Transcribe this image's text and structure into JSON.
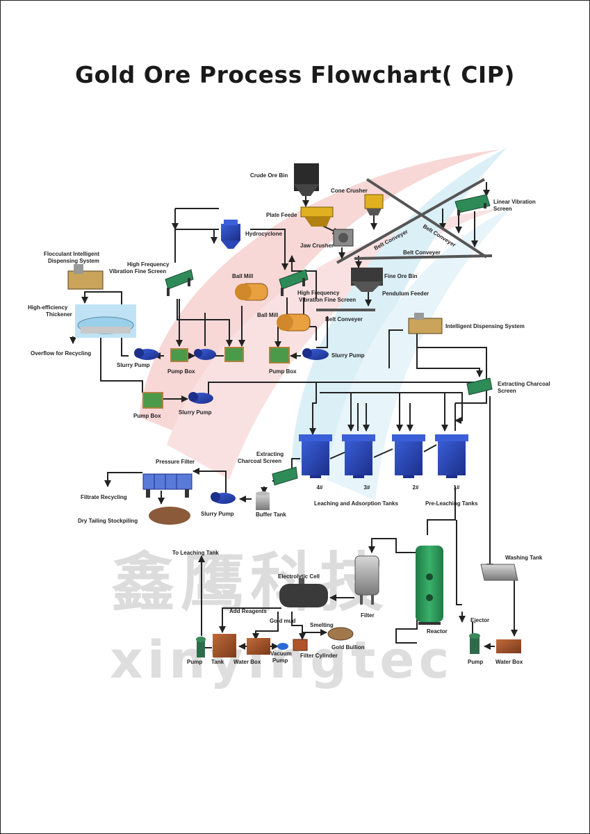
{
  "title": "Gold Ore Process Flowchart( CIP)",
  "watermark": {
    "chinese": "鑫鹰科技",
    "english": "xinyingtec"
  },
  "colors": {
    "accent_blue": "#2a46b8",
    "accent_red": "#e03c3c",
    "light_blue": "#9fd0ea",
    "equipment_green": "#2e8b57",
    "arrow": "#222222"
  },
  "labels": {
    "crude_ore_bin": "Crude Ore Bin",
    "plate_feede": "Plate Feede",
    "cone_crusher": "Cone Crusher",
    "jaw_crusher": "Jaw Crusher",
    "linear_vibration_screen_1": "Linear Vibration",
    "linear_vibration_screen_2": "Screen",
    "belt_conveyer_1": "Belt Conveyer",
    "belt_conveyer_2": "Belt Conveyer",
    "belt_conveyer_3": "Belt Conveyer",
    "belt_conveyer_4": "Belt Conveyer",
    "fine_ore_bin": "Fine Ore Bin",
    "pendulum_feeder": "Pendulum Feeder",
    "hydrocyclone": "Hydrocyclone",
    "flocculant_1": "Flocculant Intelligent",
    "flocculant_2": "Dispensing System",
    "hf_screen_left_1": "High Frequency",
    "hf_screen_left_2": "Vibration Fine Screen",
    "ball_mill_1": "Ball Mill",
    "hf_screen_right_1": "High Frequency",
    "hf_screen_right_2": "Vibration  Fine Screen",
    "ball_mill_2": "Ball Mill",
    "thickener_1": "High-efficiency",
    "thickener_2": "Thickener",
    "overflow": "Overflow for Recycling",
    "slurry_pump_1": "Slurry Pump",
    "pump_box_1": "Pump Box",
    "pump_box_2": "Pump Box",
    "slurry_pump_2": "Slurry Pump",
    "pump_box_3": "Pump Box",
    "slurry_pump_3": "Slurry Pump",
    "intelligent_dispensing": "Intelligent Dispensing System",
    "extracting_charcoal_1a": "Extracting Charcoal",
    "extracting_charcoal_1b": "Screen",
    "extracting_charcoal_2a": "Extracting",
    "extracting_charcoal_2b": "Charcoal Screen",
    "pressure_filter": "Pressure Filter",
    "filtrate_recycling": "Filtrate Recycling",
    "slurry_pump_4": "Slurry Pump",
    "buffer_tank": "Buffer Tank",
    "dry_tailing": "Dry Tailing Stockpiling",
    "tank_4": "4#",
    "tank_3": "3#",
    "tank_2": "2#",
    "tank_1": "1#",
    "leaching_tanks": "Leaching and Adsorption Tanks",
    "pre_leaching_tanks": "Pre-Leaching Tanks",
    "to_leaching_tank": "To  Leaching Tank",
    "electrolytic_cell": "Electrolytic Cell",
    "washing_tank": "Washing Tank",
    "add_reagents": "Add Reagents",
    "gold_mud": "Gold mud",
    "smelting": "Smelting",
    "gold_bullion": "Gold Bullion",
    "filter": "Filter",
    "reactor": "Reactor",
    "ejector": "Ejector",
    "pump_left": "Pump",
    "tank": "Tank",
    "water_box_left": "Water Box",
    "vacuum_pump_1": "Vacuum",
    "vacuum_pump_2": "Pump",
    "filter_cylinder": "Filter Cylinder",
    "pump_right": "Pump",
    "water_box_right": "Water Box"
  }
}
